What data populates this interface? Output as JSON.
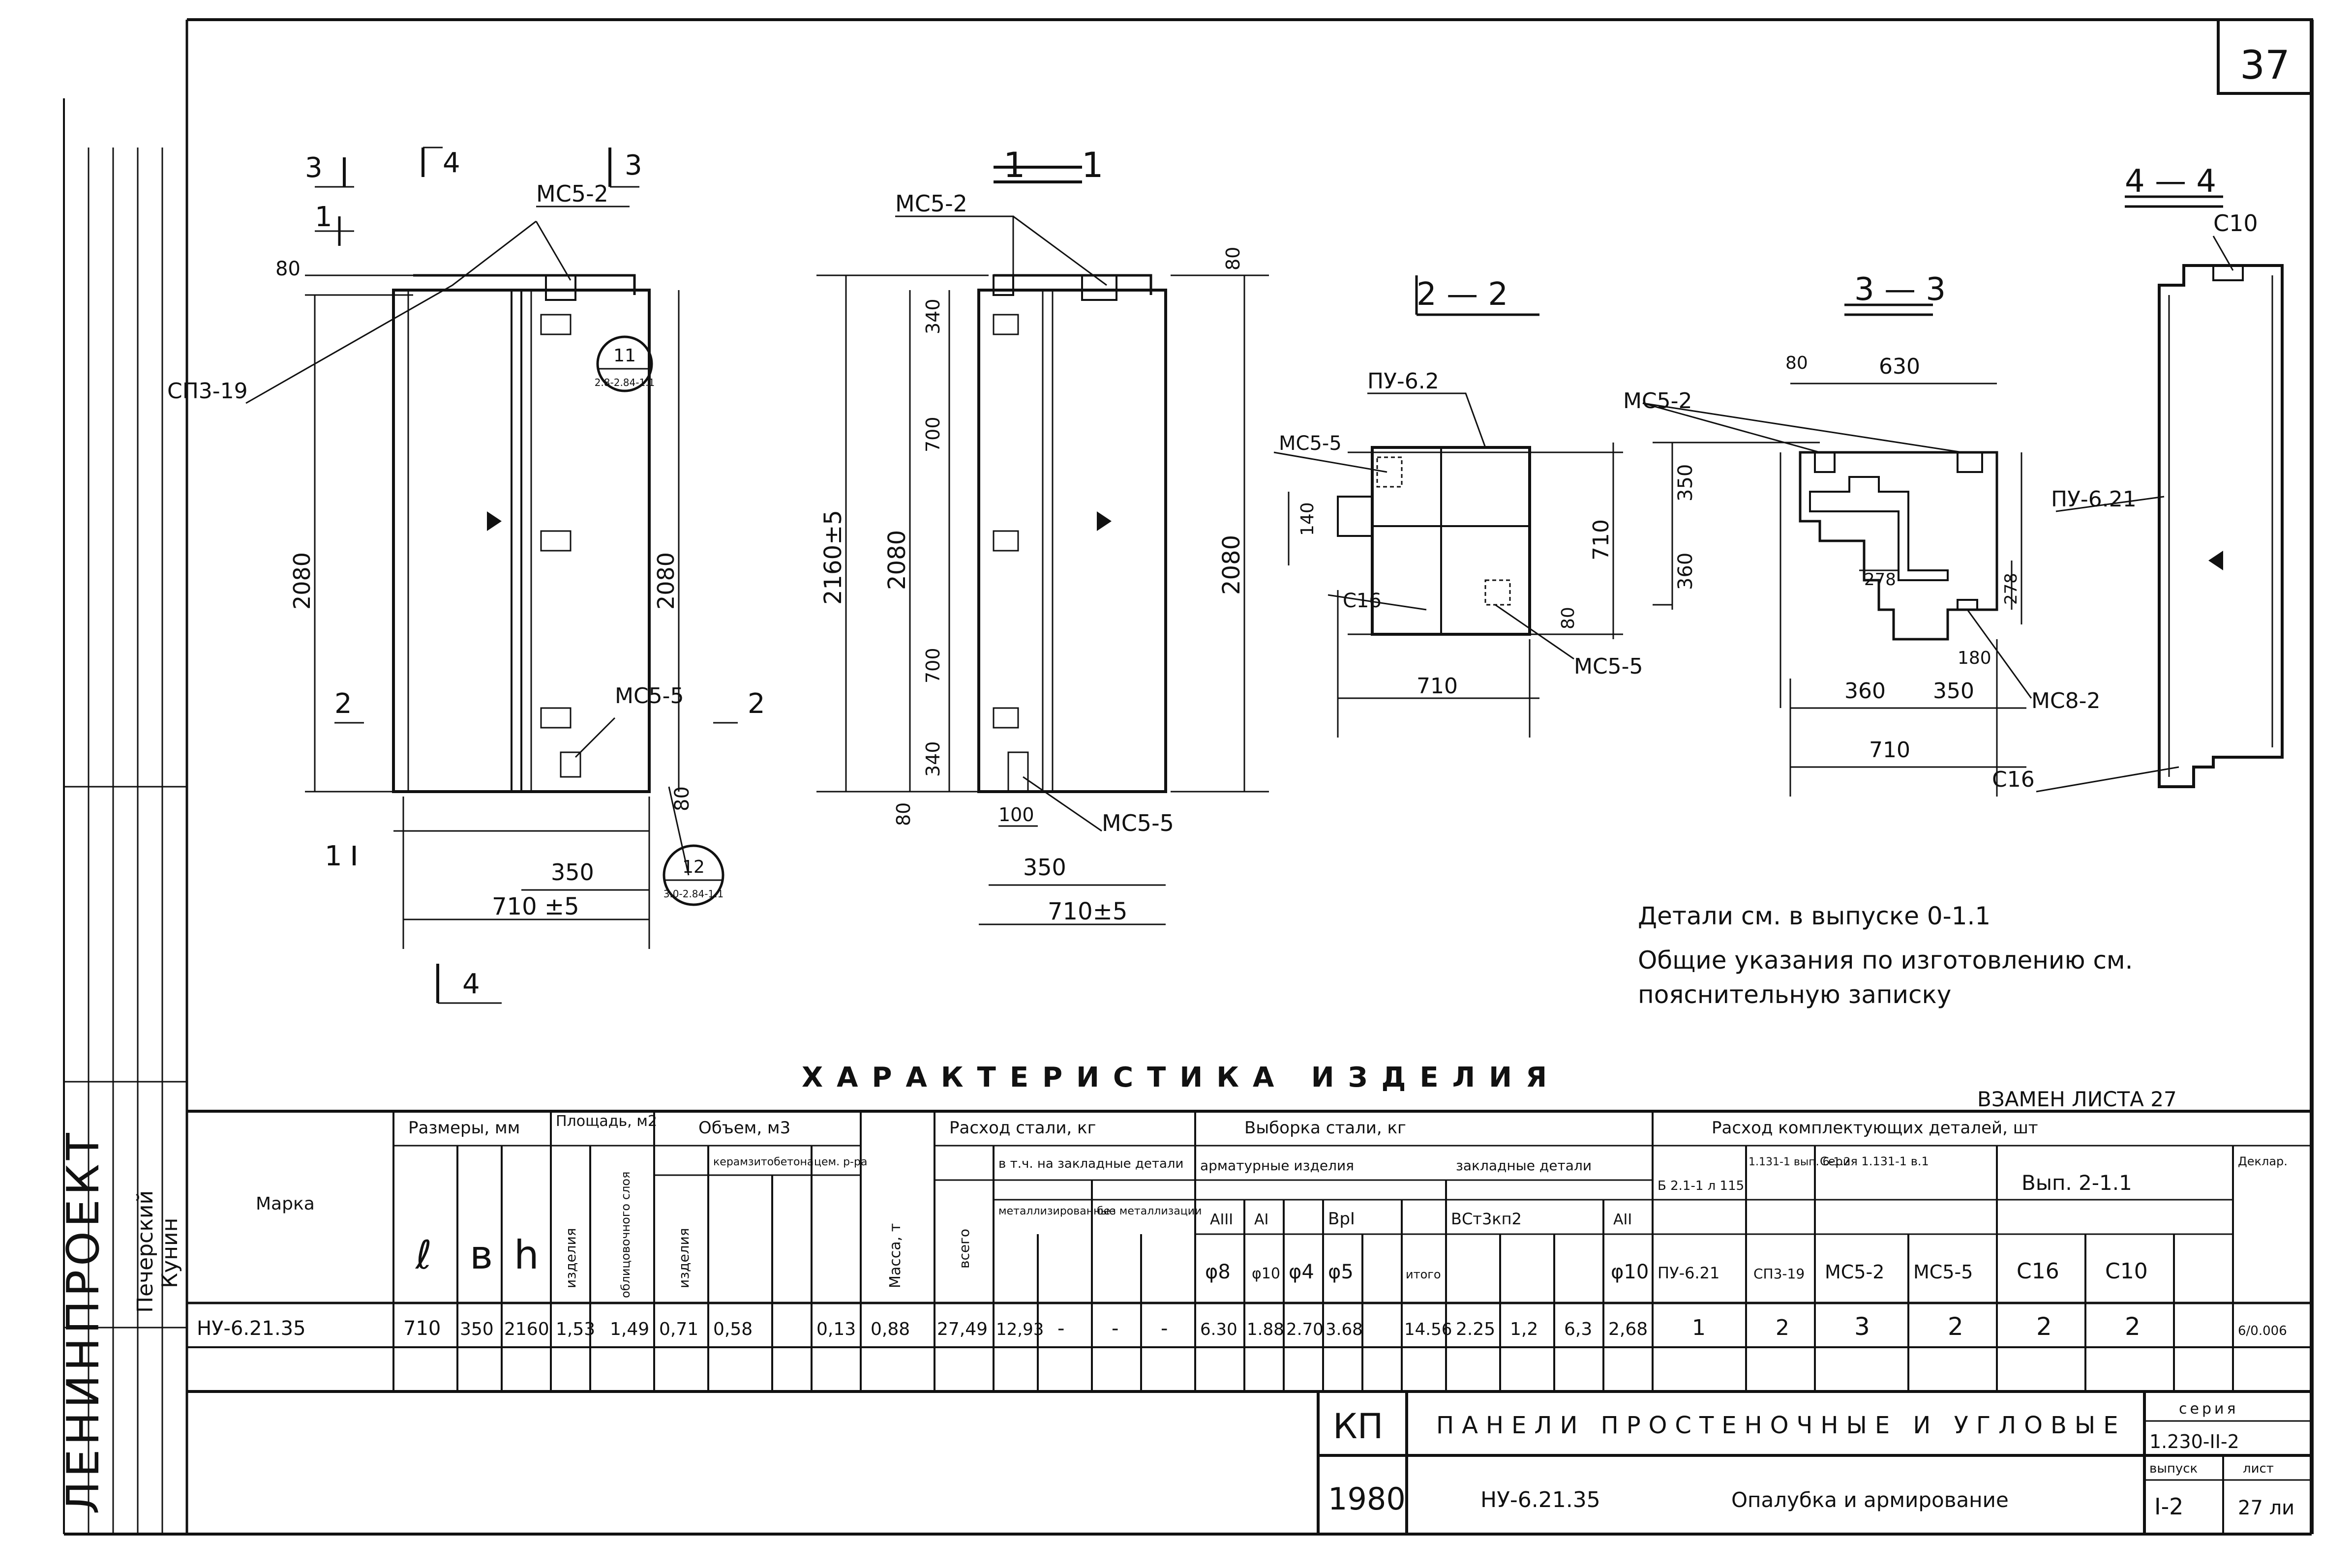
{
  "sheet_number": "37",
  "views": {
    "v1": {
      "cut_marks": [
        "3",
        "4",
        "3",
        "1",
        "2",
        "2",
        "1",
        "4"
      ],
      "labels": [
        "МС5-2",
        "СП3-19",
        "МС5-5"
      ],
      "circles": [
        {
          "top": "11",
          "bottom": "2.8-2.84-1.1"
        },
        {
          "top": "12",
          "bottom": "3.0-2.84-1.1"
        }
      ],
      "dims": [
        "80",
        "2080",
        "2080",
        "80",
        "350",
        "710 ±5"
      ]
    },
    "v2": {
      "title": "1 — 1",
      "labels": [
        "МС5-2",
        "МС5-5"
      ],
      "dims": [
        "340",
        "700",
        "700",
        "340",
        "2160±5",
        "2080",
        "80",
        "100",
        "350",
        "710±5",
        "80",
        "2080"
      ]
    },
    "v3": {
      "title": "2 — 2",
      "labels": [
        "ПУ-6.2",
        "МС5-5",
        "С16",
        "МС5-5"
      ],
      "dims": [
        "140",
        "710",
        "80",
        "710"
      ]
    },
    "v4": {
      "title": "3 — 3",
      "labels": [
        "МС5-2",
        "МС8-2"
      ],
      "dims": [
        "80",
        "630",
        "350",
        "360",
        "278",
        "278",
        "180",
        "360",
        "350",
        "710"
      ]
    },
    "v5": {
      "title": "4 — 4",
      "labels": [
        "С10",
        "ПУ-6.21",
        "С16"
      ]
    }
  },
  "notes": [
    "Детали см. в выпуске 0-1.1",
    "Общие указания по изготовлению см.",
    "пояснительную записку"
  ],
  "table_title": "ХАРАКТЕРИСТИКА ИЗДЕЛИЯ",
  "replaced_note": "ВЗАМЕН ЛИСТА 27",
  "table": {
    "h_marka": "Марка",
    "h_sizes": "Размеры, мм",
    "h_area": "Площадь, м2",
    "h_volume": "Объем, м3",
    "h_mass": "Масса, т",
    "h_steel": "Расход стали, кг",
    "h_sample": "Выборка стали, кг",
    "h_parts": "Расход комплектующих деталей, шт",
    "c_l": "ℓ",
    "c_b": "в",
    "c_h": "h",
    "c_area1": "изделия",
    "c_area2": "облицовочного слоя",
    "c_vol1": "изделия",
    "c_vol2": "керамзитобетона",
    "c_vol3": "цем. р-ра",
    "c_steel_total": "всего",
    "c_steel_incl": "в т.ч. на закладные детали",
    "c_metal": "металлизированные",
    "c_nometal": "без металлизации",
    "c_arm": "арматурные изделия",
    "c_emb": "закладные детали",
    "c_a3": "АIII",
    "c_a1": "АI",
    "c_vr1": "ВрI",
    "c_steel_mark": "ВСт3кп2",
    "c_a2": "АII",
    "c_d8": "φ8",
    "c_d10": "φ10",
    "c_d4": "φ4",
    "c_d5": "φ5",
    "c_itogo": "итого",
    "c_d10b": "φ10",
    "c_ser1": "Б 2.1-1 л 115",
    "c_ser2": "1.131-1 вып. 6-1.2",
    "c_ser3": "Серия 1.131-1 в.1",
    "c_ser4": "Вып. 2-1.1",
    "c_dekl": "Деклар.",
    "p1": "ПУ-6.21",
    "p2": "СП3-19",
    "p3": "МС5-2",
    "p4": "МС5-5",
    "p5": "С16",
    "p6": "С10",
    "row": {
      "marka": "НУ-6.21.35",
      "l": "710",
      "b": "350",
      "h": "2160",
      "area1": "1,53",
      "area2": "1,49",
      "vol1": "0,71",
      "vol2": "0,58",
      "vol3": "0,13",
      "mass": "0,88",
      "steel_total": "27,49",
      "steel_emb": "12,93",
      "m1": "-",
      "m2": "-",
      "m3": "-",
      "d8": "6.30",
      "d10": "1.88",
      "d4": "2.70",
      "d5": "3.68",
      "itogo": "14.56",
      "e1": "2.25",
      "e2": "1,2",
      "e3": "6,3",
      "a2": "2,68",
      "n1": "1",
      "n2": "2",
      "n3": "3",
      "n4": "2",
      "n5": "2",
      "n6": "2",
      "dekl": "6/0.006"
    }
  },
  "title_block": {
    "code": "КП",
    "year": "1980",
    "title": "ПАНЕЛИ ПРОСТЕНОЧНЫЕ И УГЛОВЫЕ",
    "mark": "НУ-6.21.35",
    "subtitle": "Опалубка и армирование",
    "series_label": "серия",
    "series_value": "1.230-II-2",
    "issue_label": "выпуск",
    "issue_value": "I-2",
    "sheet_label": "лист",
    "sheet_value": "27 ли"
  },
  "side_stamp": {
    "org": "ЛЕНИНПРОЕКТ",
    "names": [
      "Печерский",
      "Кунин"
    ]
  }
}
